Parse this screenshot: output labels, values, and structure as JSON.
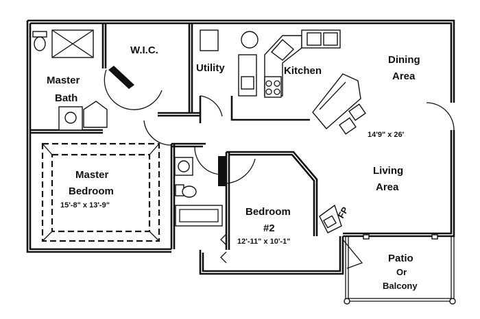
{
  "labels": {
    "wic": "W.I.C.",
    "utility": "Utility",
    "kitchen": "Kitchen",
    "dining_line1": "Dining",
    "dining_line2": "Area",
    "master_bath_line1": "Master",
    "master_bath_line2": "Bath",
    "master_bed_line1": "Master",
    "master_bed_line2": "Bedroom",
    "master_bed_dim": "15'-8\" x 13'-9\"",
    "living_dim": "14'9\" x 26'",
    "living_line1": "Living",
    "living_line2": "Area",
    "bed2_line1": "Bedroom",
    "bed2_line2": "#2",
    "bed2_dim": "12'-11\" x 10'-1\"",
    "fireplace": "FP",
    "patio_line1": "Patio",
    "patio_line2": "Or",
    "patio_line3": "Balcony"
  }
}
